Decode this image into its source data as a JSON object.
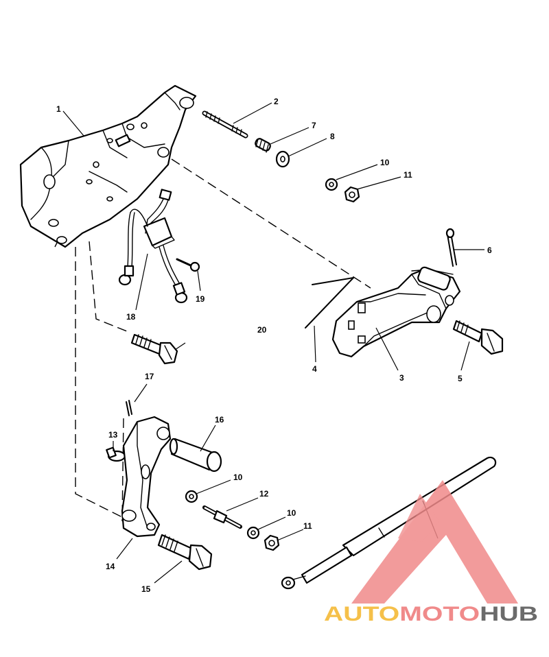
{
  "callouts": {
    "c1": "1",
    "c2": "2",
    "c3": "3",
    "c4": "4",
    "c5": "5",
    "c6": "6",
    "c7": "7",
    "c8": "8",
    "c10a": "10",
    "c11a": "11",
    "c12": "12",
    "c13": "13",
    "c14": "14",
    "c15": "15",
    "c16": "16",
    "c17": "17",
    "c18": "18",
    "c19": "19",
    "c20": "20",
    "c10b": "10",
    "c10c": "10",
    "c11b": "11"
  },
  "watermark": {
    "part1": "AUTO",
    "part2": "MOTO",
    "part3": "HUB",
    "color1": "#f5c04a",
    "color2": "#f08a8a",
    "color3": "#6b6b6b"
  }
}
